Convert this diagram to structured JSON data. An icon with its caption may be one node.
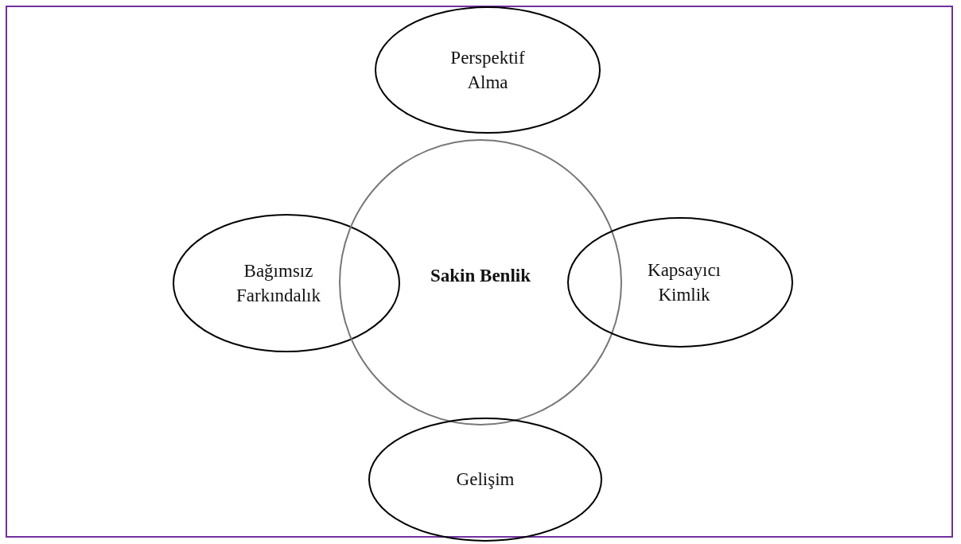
{
  "diagram": {
    "nodes": [
      {
        "text": [
          "Perspektif Alma"
        ]
      },
      {
        "text": [
          "Bağımsız Farkındalık"
        ]
      },
      {
        "text": [
          "Sakin Benlik"
        ]
      },
      {
        "text": [
          "Kapsayıcı Kimlik"
        ]
      },
      {
        "text": [
          "Gelişim"
        ]
      }
    ],
    "edges": []
  }
}
